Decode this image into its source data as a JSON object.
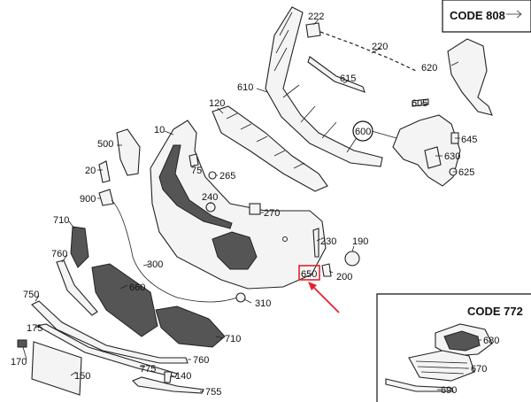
{
  "code_boxes": {
    "top_right": "CODE 808",
    "bottom_right": "CODE 772"
  },
  "callouts": {
    "c222": "222",
    "c220": "220",
    "c615": "615",
    "c620": "620",
    "c610": "610",
    "c605": "605",
    "c600": "600",
    "c645": "645",
    "c630": "630",
    "c625": "625",
    "c120": "120",
    "c10": "10",
    "c500": "500",
    "c20": "20",
    "c75": "75",
    "c265": "265",
    "c240": "240",
    "c270": "270",
    "c900": "900",
    "c710a": "710",
    "c230": "230",
    "c190": "190",
    "c760a": "760",
    "c300": "300",
    "c650": "650",
    "c200": "200",
    "c660": "660",
    "c310": "310",
    "c750": "750",
    "c710b": "710",
    "c175": "175",
    "c170": "170",
    "c760b": "760",
    "c150": "150",
    "c775": "775",
    "c140": "140",
    "c755": "755",
    "c680": "680",
    "c670": "670",
    "c690": "690"
  },
  "highlight_color": "#e3222b"
}
